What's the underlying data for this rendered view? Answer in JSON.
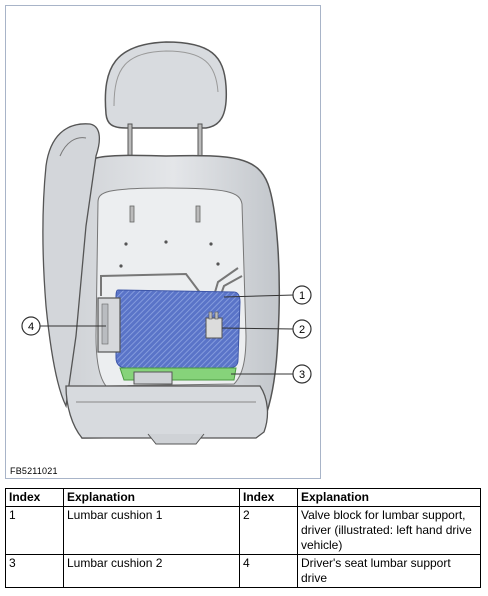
{
  "figure": {
    "code": "FB5211021",
    "callouts": [
      "1",
      "2",
      "3",
      "4"
    ]
  },
  "legend": {
    "headers": [
      "Index",
      "Explanation",
      "Index",
      "Explanation"
    ],
    "rows": [
      [
        "1",
        "Lumbar cushion 1",
        "2",
        "Valve block for lumbar support, driver (illustrated: left hand drive vehicle)"
      ],
      [
        "3",
        "Lumbar cushion 2",
        "4",
        "Driver's seat lumbar support drive"
      ]
    ]
  }
}
